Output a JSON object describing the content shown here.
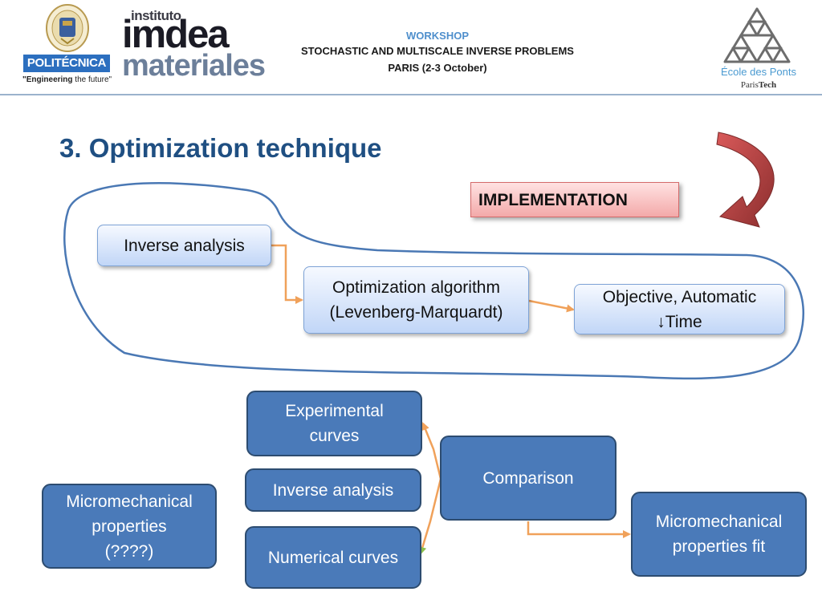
{
  "header": {
    "workshop": "WORKSHOP",
    "event_title": "STOCHASTIC AND MULTISCALE INVERSE PROBLEMS",
    "event_place": "PARIS (2-3 October)"
  },
  "logos": {
    "politecnica": {
      "name": "POLITÉCNICA",
      "tagline_bold": "\"Engineering",
      "tagline_rest": " the future\""
    },
    "imdea": {
      "instituto": "instituto",
      "imdea": "imdea",
      "materiales": "materiales"
    },
    "ponts": {
      "name": "École des Ponts",
      "sub_a": "Paris",
      "sub_b": "Tech"
    }
  },
  "slide": {
    "title": "3. Optimization technique",
    "implementation": "IMPLEMENTATION"
  },
  "flow_top": {
    "inverse_analysis": "Inverse analysis",
    "opt_line1": "Optimization algorithm",
    "opt_line2": "(Levenberg-Marquardt)",
    "obj_line1": "Objective, Automatic",
    "obj_line2": "↓Time"
  },
  "flow_bottom": {
    "experimental_line1": "Experimental",
    "experimental_line2": "curves",
    "inverse_analysis": "Inverse analysis",
    "numerical": "Numerical curves",
    "comparison": "Comparison",
    "micro_line1": "Micromechanical",
    "micro_line2": "properties",
    "micro_line3": "(????)",
    "fit_line1": "Micromechanical",
    "fit_line2": "properties fit"
  },
  "colors": {
    "title": "#1f4f82",
    "accent_blue": "#4a7ab9",
    "arrow_orange": "#f0a15a",
    "curved_arrow": "#a83b3b"
  }
}
